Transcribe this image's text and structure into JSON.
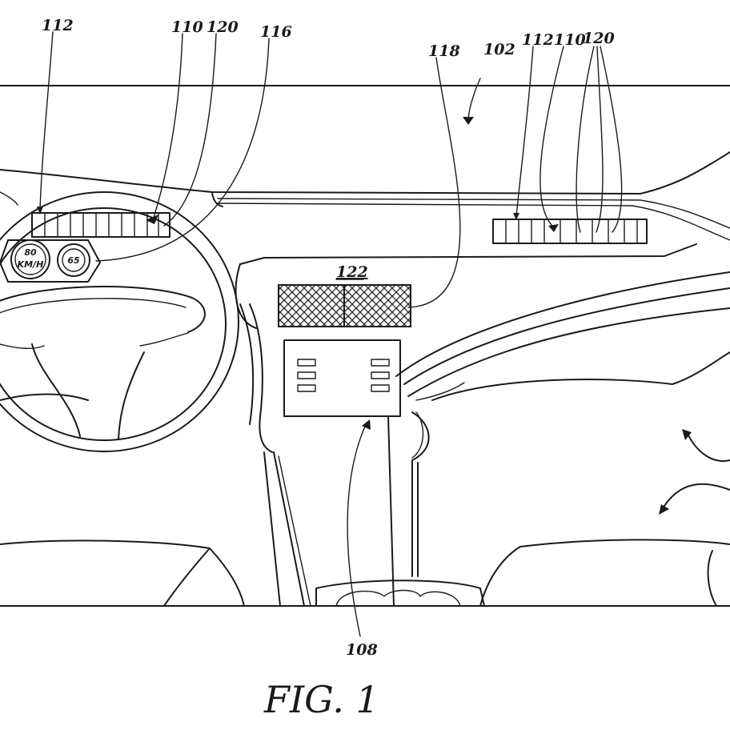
{
  "reference_numerals": {
    "r112_left": "112",
    "r110_left": "110",
    "r120_left": "120",
    "r116": "116",
    "r118": "118",
    "r102": "102",
    "r112_right": "112",
    "r110_right": "110",
    "r120_right": "120",
    "r122": "122",
    "r108": "108"
  },
  "gauges": {
    "speed_value": "80",
    "speed_unit": "KM/H",
    "limit_value": "65"
  },
  "caption": "FIG. 1"
}
